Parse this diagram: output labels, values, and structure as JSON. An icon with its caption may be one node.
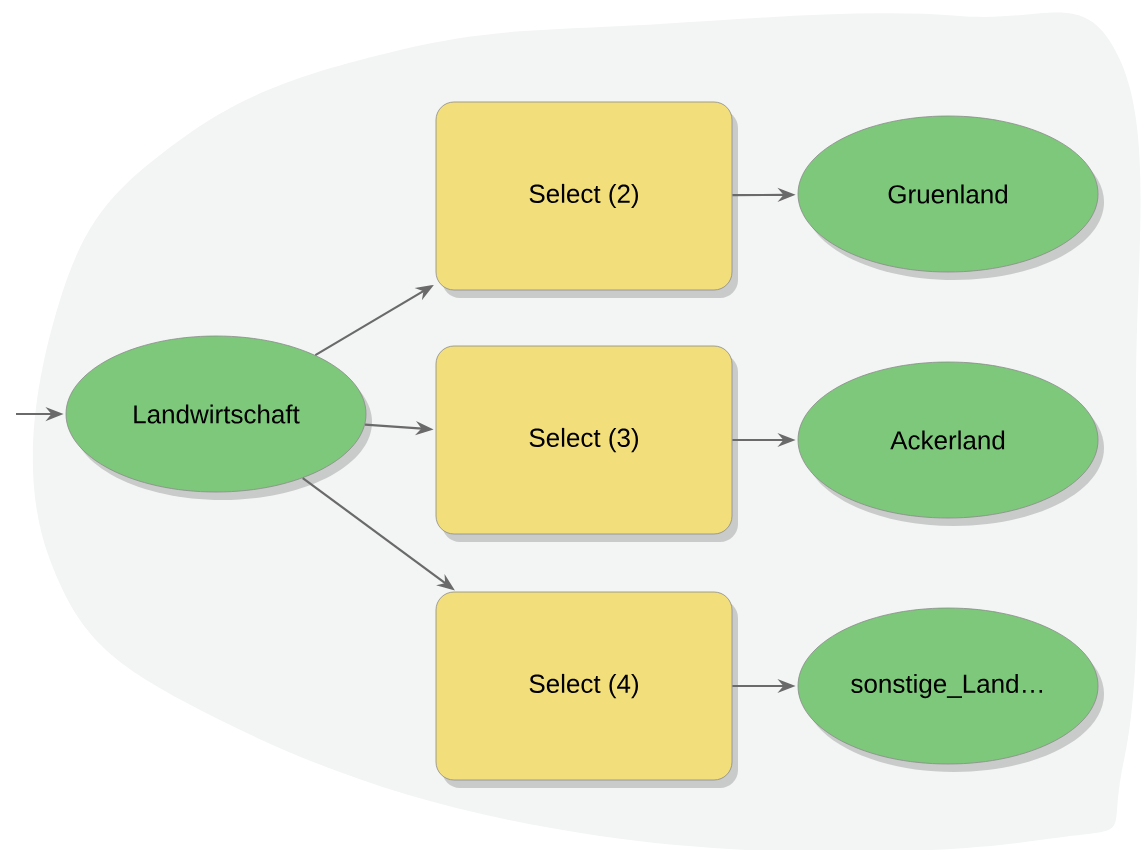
{
  "diagram": {
    "nodes": [
      {
        "text": [
          "Landwirtschaft"
        ]
      },
      {
        "text": [
          "Select (2)"
        ]
      },
      {
        "text": [
          "Gruenland"
        ]
      },
      {
        "text": [
          "Select (3)"
        ]
      },
      {
        "text": [
          "Ackerland"
        ]
      },
      {
        "text": [
          "Select (4)"
        ]
      },
      {
        "text": [
          "sonstige_Land…"
        ]
      }
    ],
    "edges": [
      {
        "from": null,
        "to": 0,
        "arrow": "to"
      },
      {
        "from": 0,
        "to": 1,
        "arrow": "to"
      },
      {
        "from": 0,
        "to": 3,
        "arrow": "to"
      },
      {
        "from": 0,
        "to": 5,
        "arrow": "to"
      },
      {
        "from": 1,
        "to": 2,
        "arrow": "to"
      },
      {
        "from": 3,
        "to": 4,
        "arrow": "to"
      },
      {
        "from": 5,
        "to": 6,
        "arrow": "to"
      }
    ]
  }
}
